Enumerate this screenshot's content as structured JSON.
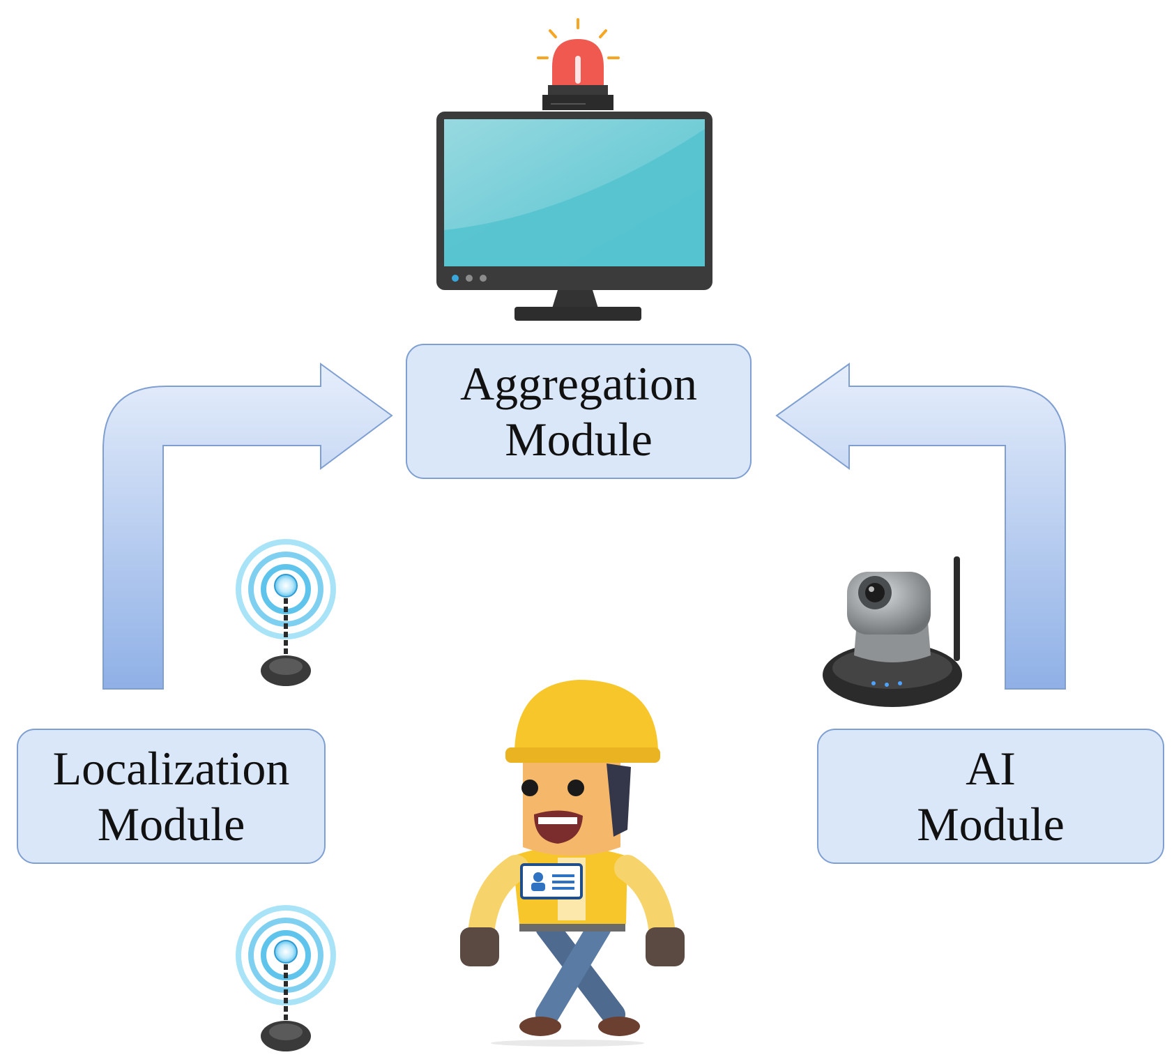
{
  "diagram": {
    "aggregation_module": {
      "line1": "Aggregation",
      "line2": "Module"
    },
    "localization_module": {
      "line1": "Localization",
      "line2": "Module"
    },
    "ai_module": {
      "line1": "AI",
      "line2": "Module"
    }
  },
  "icons": [
    "siren-icon",
    "monitor-icon",
    "radio-beacon-icon",
    "ip-camera-icon",
    "construction-worker-icon",
    "id-badge-icon",
    "arrow-right-icon",
    "arrow-left-icon"
  ],
  "colors": {
    "box_fill": "#dae7f8",
    "box_border": "#7f9fd1",
    "arrow_light": "#e6eefb",
    "arrow_dark": "#8fb0e6",
    "screen": "#6cc7d3",
    "siren": "#ef5950",
    "helmet": "#f7c62b"
  }
}
